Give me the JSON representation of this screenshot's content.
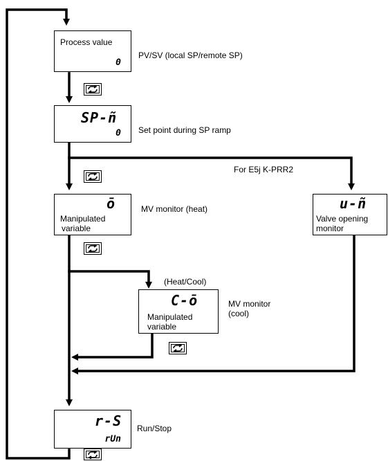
{
  "screens": {
    "pv": {
      "label": "Process value",
      "lcd_bottom": "0",
      "desc": "PV/SV (local SP/remote SP)"
    },
    "sp_m": {
      "lcd_top": "SP-ñ",
      "lcd_bottom": "0",
      "desc": "Set point during SP ramp"
    },
    "o": {
      "lcd_top": "ō",
      "label_line1": "Manipulated",
      "label_line2": "variable",
      "desc": "MV monitor (heat)"
    },
    "v_m": {
      "lcd_top": "u-ñ",
      "label_line1": "Valve opening",
      "label_line2": "monitor"
    },
    "c_o": {
      "lcd_top": "C-ō",
      "label_line1": "Manipulated",
      "label_line2": "variable",
      "desc_line1": "MV monitor",
      "desc_line2": "(cool)"
    },
    "r_s": {
      "lcd_top": "r-S",
      "lcd_bottom": "rUn",
      "desc": "Run/Stop"
    }
  },
  "notes": {
    "branch_model": "For E5j  K-PRR2",
    "heat_cool": "(Heat/Cool)"
  },
  "key_icon": "mode-key-icon"
}
